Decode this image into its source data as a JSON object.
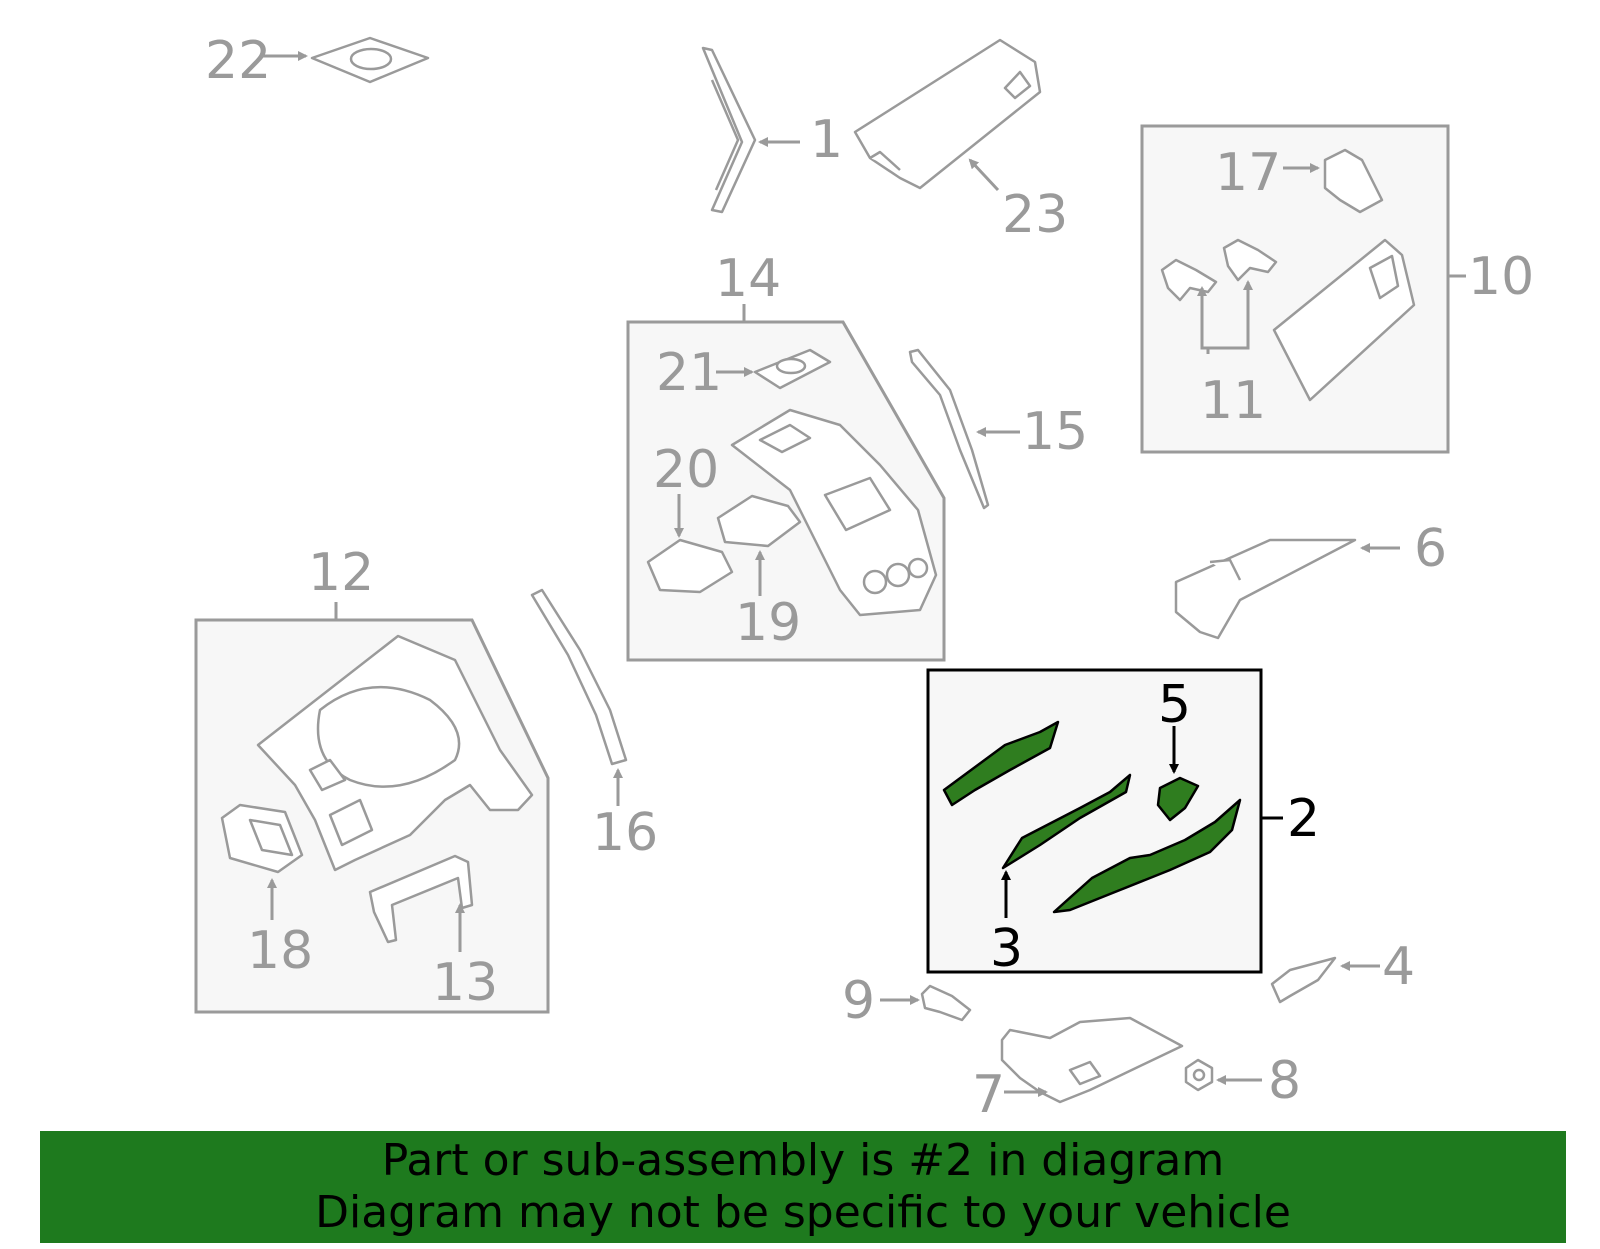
{
  "colors": {
    "accent": "#2f7d1f",
    "part_line": "#9a9a9a",
    "highlight_line": "#000000",
    "banner_bg": "#1e7a1e"
  },
  "labels": {
    "p1": "1",
    "p2": "2",
    "p3": "3",
    "p4": "4",
    "p5": "5",
    "p6": "6",
    "p7": "7",
    "p8": "8",
    "p9": "9",
    "p10": "10",
    "p11": "11",
    "p12": "12",
    "p13": "13",
    "p14": "14",
    "p15": "15",
    "p16": "16",
    "p17": "17",
    "p18": "18",
    "p19": "19",
    "p20": "20",
    "p21": "21",
    "p22": "22",
    "p23": "23"
  },
  "banner": {
    "line1": "Part or sub-assembly is #2 in diagram",
    "line2": "Diagram may not be specific to your vehicle"
  }
}
